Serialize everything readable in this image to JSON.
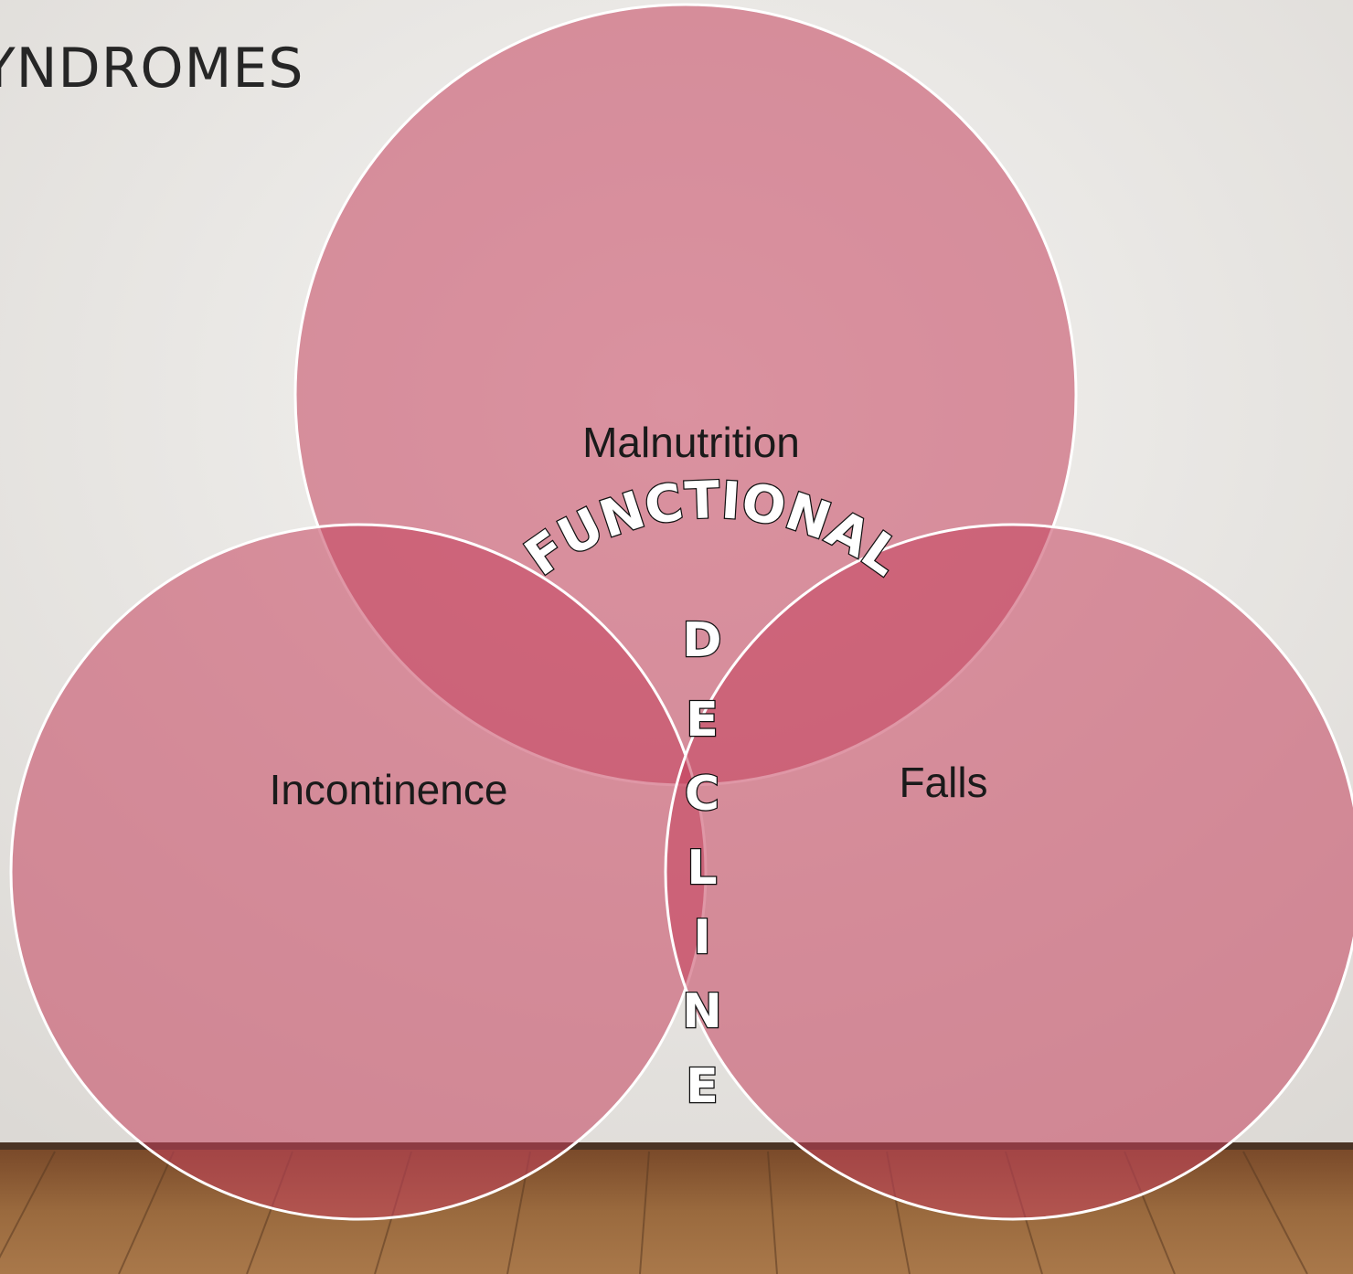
{
  "slide": {
    "title": "YNDROMES"
  },
  "diagram": {
    "circle_labels": {
      "top": "Malnutrition",
      "left": "Incontinence",
      "right": "Falls"
    },
    "arc_text": "FUNCTIONAL",
    "center_letters": [
      "D",
      "E",
      "C",
      "L",
      "I",
      "N",
      "E"
    ]
  },
  "colors": {
    "circle_fill": "#c4415c",
    "circle_stroke": "#ffffff",
    "label_text": "#1a1a1a",
    "accent_text_fill": "#ffffff",
    "accent_text_stroke": "#111111",
    "wall": "#e6e4e1",
    "floor": "#8a5a34"
  }
}
